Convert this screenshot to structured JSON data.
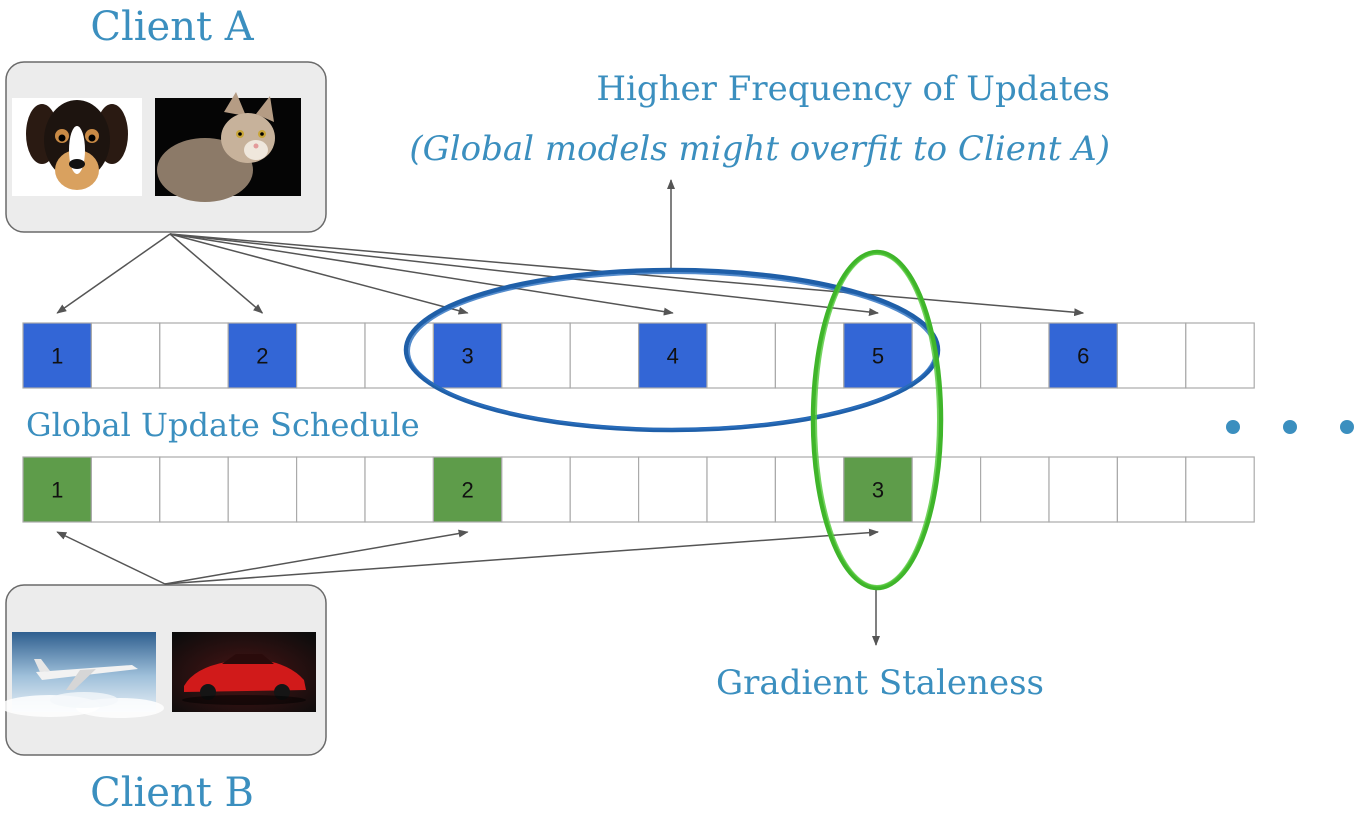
{
  "colors": {
    "label_blue": "#3b8fbf",
    "client_a_fill": "#3366d6",
    "client_b_fill": "#5e9c4a",
    "ellipse_blue": "#1f5fa8",
    "ellipse_green": "#3fb52a",
    "arrow_gray": "#555555",
    "box_fill": "#ececec",
    "cell_border": "#aaaaaa"
  },
  "client_a": {
    "title": "Client A",
    "images": [
      {
        "icon": "dog-photo-icon"
      },
      {
        "icon": "cat-photo-icon"
      }
    ]
  },
  "client_b": {
    "title": "Client B",
    "images": [
      {
        "icon": "airplane-photo-icon"
      },
      {
        "icon": "sports-car-photo-icon"
      }
    ]
  },
  "annotations": {
    "higher_frequency": "Higher Frequency of Updates",
    "overfit_note": "(Global models might overfit to Client A)",
    "schedule_label": "Global Update Schedule",
    "staleness": "Gradient Staleness"
  },
  "schedule": {
    "cell_count": 18,
    "client_a_updates": [
      {
        "cell": 0,
        "label": "1"
      },
      {
        "cell": 3,
        "label": "2"
      },
      {
        "cell": 6,
        "label": "3"
      },
      {
        "cell": 9,
        "label": "4"
      },
      {
        "cell": 12,
        "label": "5"
      },
      {
        "cell": 15,
        "label": "6"
      }
    ],
    "client_b_updates": [
      {
        "cell": 0,
        "label": "1"
      },
      {
        "cell": 6,
        "label": "2"
      },
      {
        "cell": 12,
        "label": "3"
      }
    ],
    "continuation": "ellipsis-dots-icon"
  }
}
